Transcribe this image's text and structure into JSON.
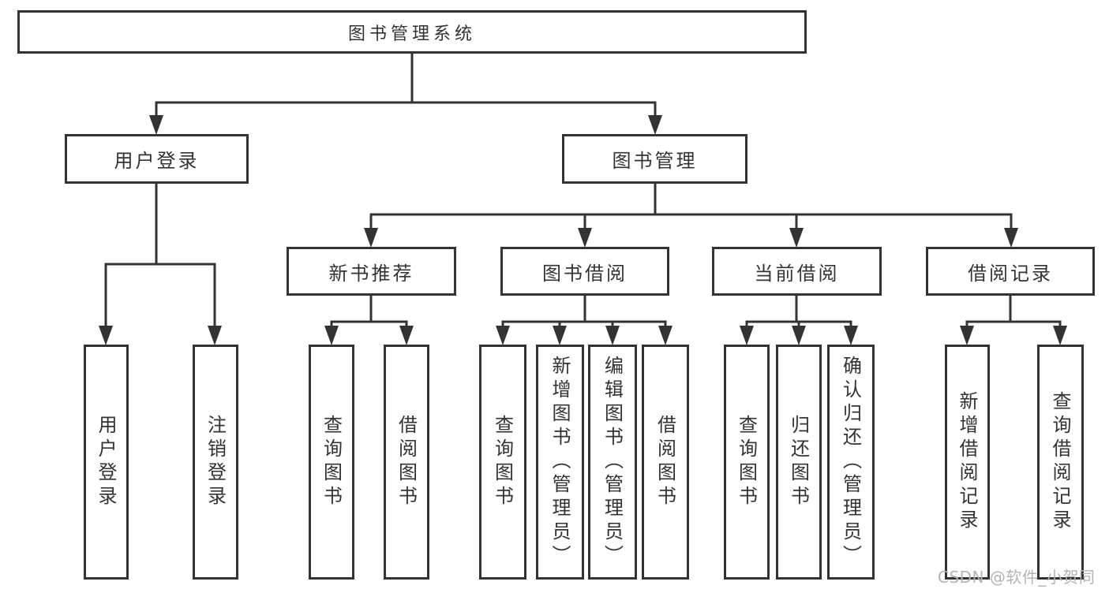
{
  "diagram": {
    "type": "hierarchy-tree",
    "title": "图书管理系统",
    "structure": {
      "图书管理系统": {
        "用户登录": [
          "用户登录",
          "注销登录"
        ],
        "图书管理": {
          "新书推荐": [
            "查询图书",
            "借阅图书"
          ],
          "图书借阅": [
            "查询图书",
            "新增图书（管理员）",
            "编辑图书（管理员）",
            "借阅图书"
          ],
          "当前借阅": [
            "查询图书",
            "归还图书",
            "确认归还（管理员）"
          ],
          "借阅记录": [
            "新增借阅记录",
            "查询借阅记录"
          ]
        }
      }
    }
  },
  "nodes": {
    "root": {
      "label": "图书管理系统"
    },
    "user_login_branch": {
      "label": "用户登录"
    },
    "book_management": {
      "label": "图书管理"
    },
    "leaf_user_login": {
      "label": "用户登录"
    },
    "leaf_logout": {
      "label": "注销登录"
    },
    "new_book_recommend": {
      "label": "新书推荐"
    },
    "book_borrowing": {
      "label": "图书借阅"
    },
    "current_borrowing": {
      "label": "当前借阅"
    },
    "borrowing_records": {
      "label": "借阅记录"
    },
    "nbr_query_books": {
      "label": "查询图书"
    },
    "nbr_borrow_books": {
      "label": "借阅图书"
    },
    "bb_query_books": {
      "label": "查询图书"
    },
    "bb_add_books_admin": {
      "label": "新增图书（管理员）"
    },
    "bb_edit_books_admin": {
      "label": "编辑图书（管理员）"
    },
    "bb_borrow_books": {
      "label": "借阅图书"
    },
    "cb_query_books": {
      "label": "查询图书"
    },
    "cb_return_books": {
      "label": "归还图书"
    },
    "cb_confirm_return_admin": {
      "label": "确认归还（管理员）"
    },
    "br_add_record": {
      "label": "新增借阅记录"
    },
    "br_query_record": {
      "label": "查询借阅记录"
    }
  },
  "watermark": "CSDN @软件_小贺同学",
  "colors": {
    "line": "#333333",
    "text": "#333333",
    "box_background": "#ffffff",
    "page_background": "#ffffff",
    "watermark": "#b4b4b4"
  }
}
